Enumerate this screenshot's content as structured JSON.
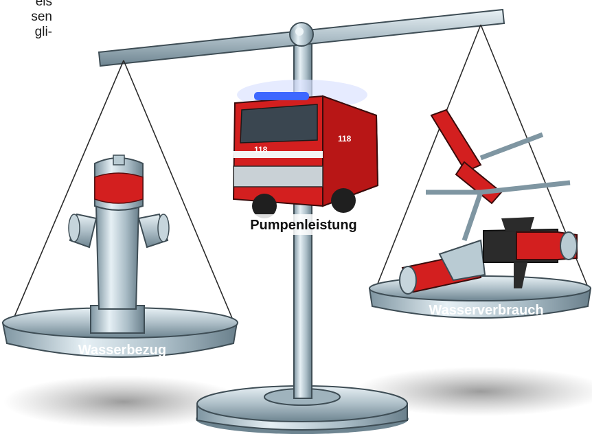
{
  "text_fragments": [
    "eis",
    "sen",
    "gli-"
  ],
  "labels": {
    "center": "Pumpenleistung",
    "left": "Wasserbezug",
    "right": "Wasserverbrauch"
  },
  "truck_number": "118",
  "colors": {
    "metal": "#aebfc8",
    "metal_dark": "#6e8591",
    "metal_light": "#e4eef3",
    "fire_red": "#d31f1f",
    "label_bg": "#8aa1ad"
  }
}
